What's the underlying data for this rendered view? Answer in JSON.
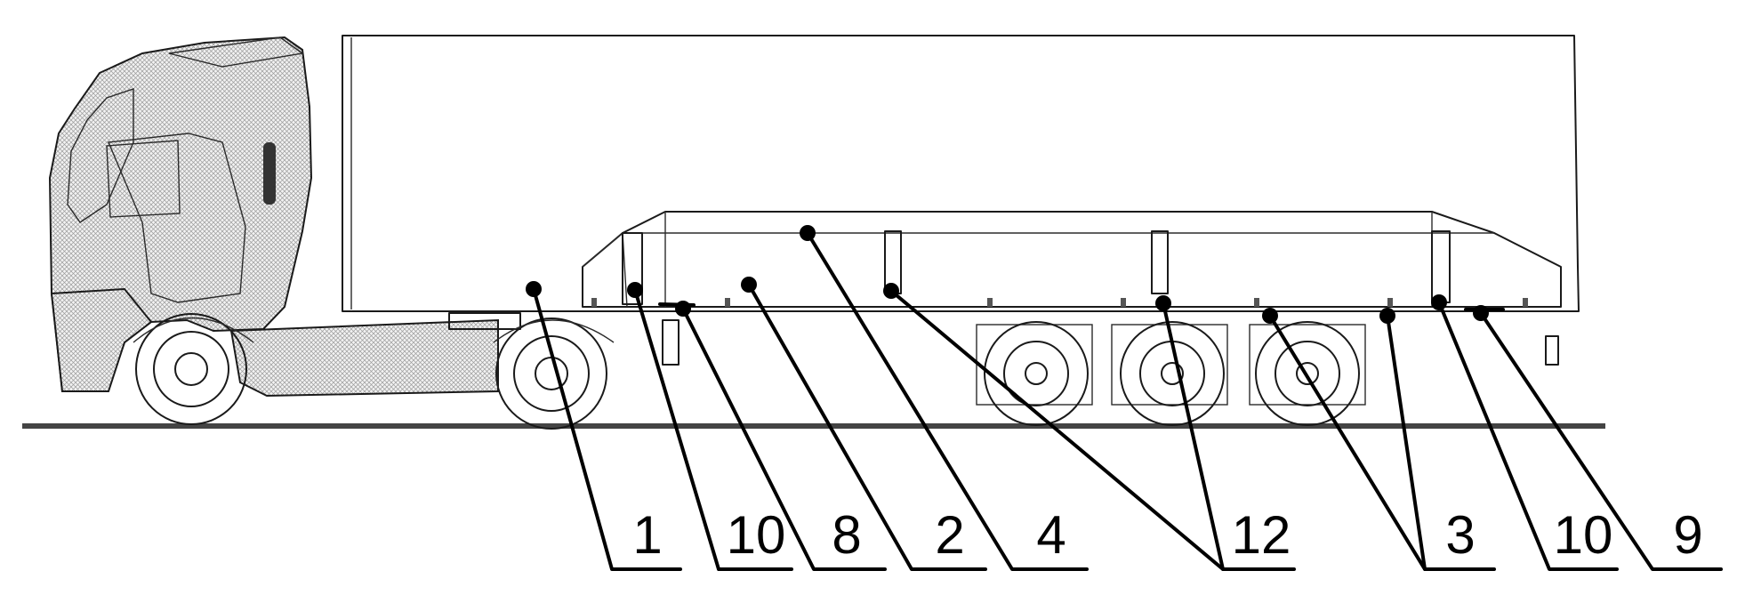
{
  "callouts": [
    {
      "id": "1",
      "label": "1"
    },
    {
      "id": "10a",
      "label": "10"
    },
    {
      "id": "8",
      "label": "8"
    },
    {
      "id": "2",
      "label": "2"
    },
    {
      "id": "4",
      "label": "4"
    },
    {
      "id": "12",
      "label": "12"
    },
    {
      "id": "3",
      "label": "3"
    },
    {
      "id": "10b",
      "label": "10"
    },
    {
      "id": "9",
      "label": "9"
    }
  ],
  "colors": {
    "line": "#000000",
    "background": "#ffffff"
  }
}
